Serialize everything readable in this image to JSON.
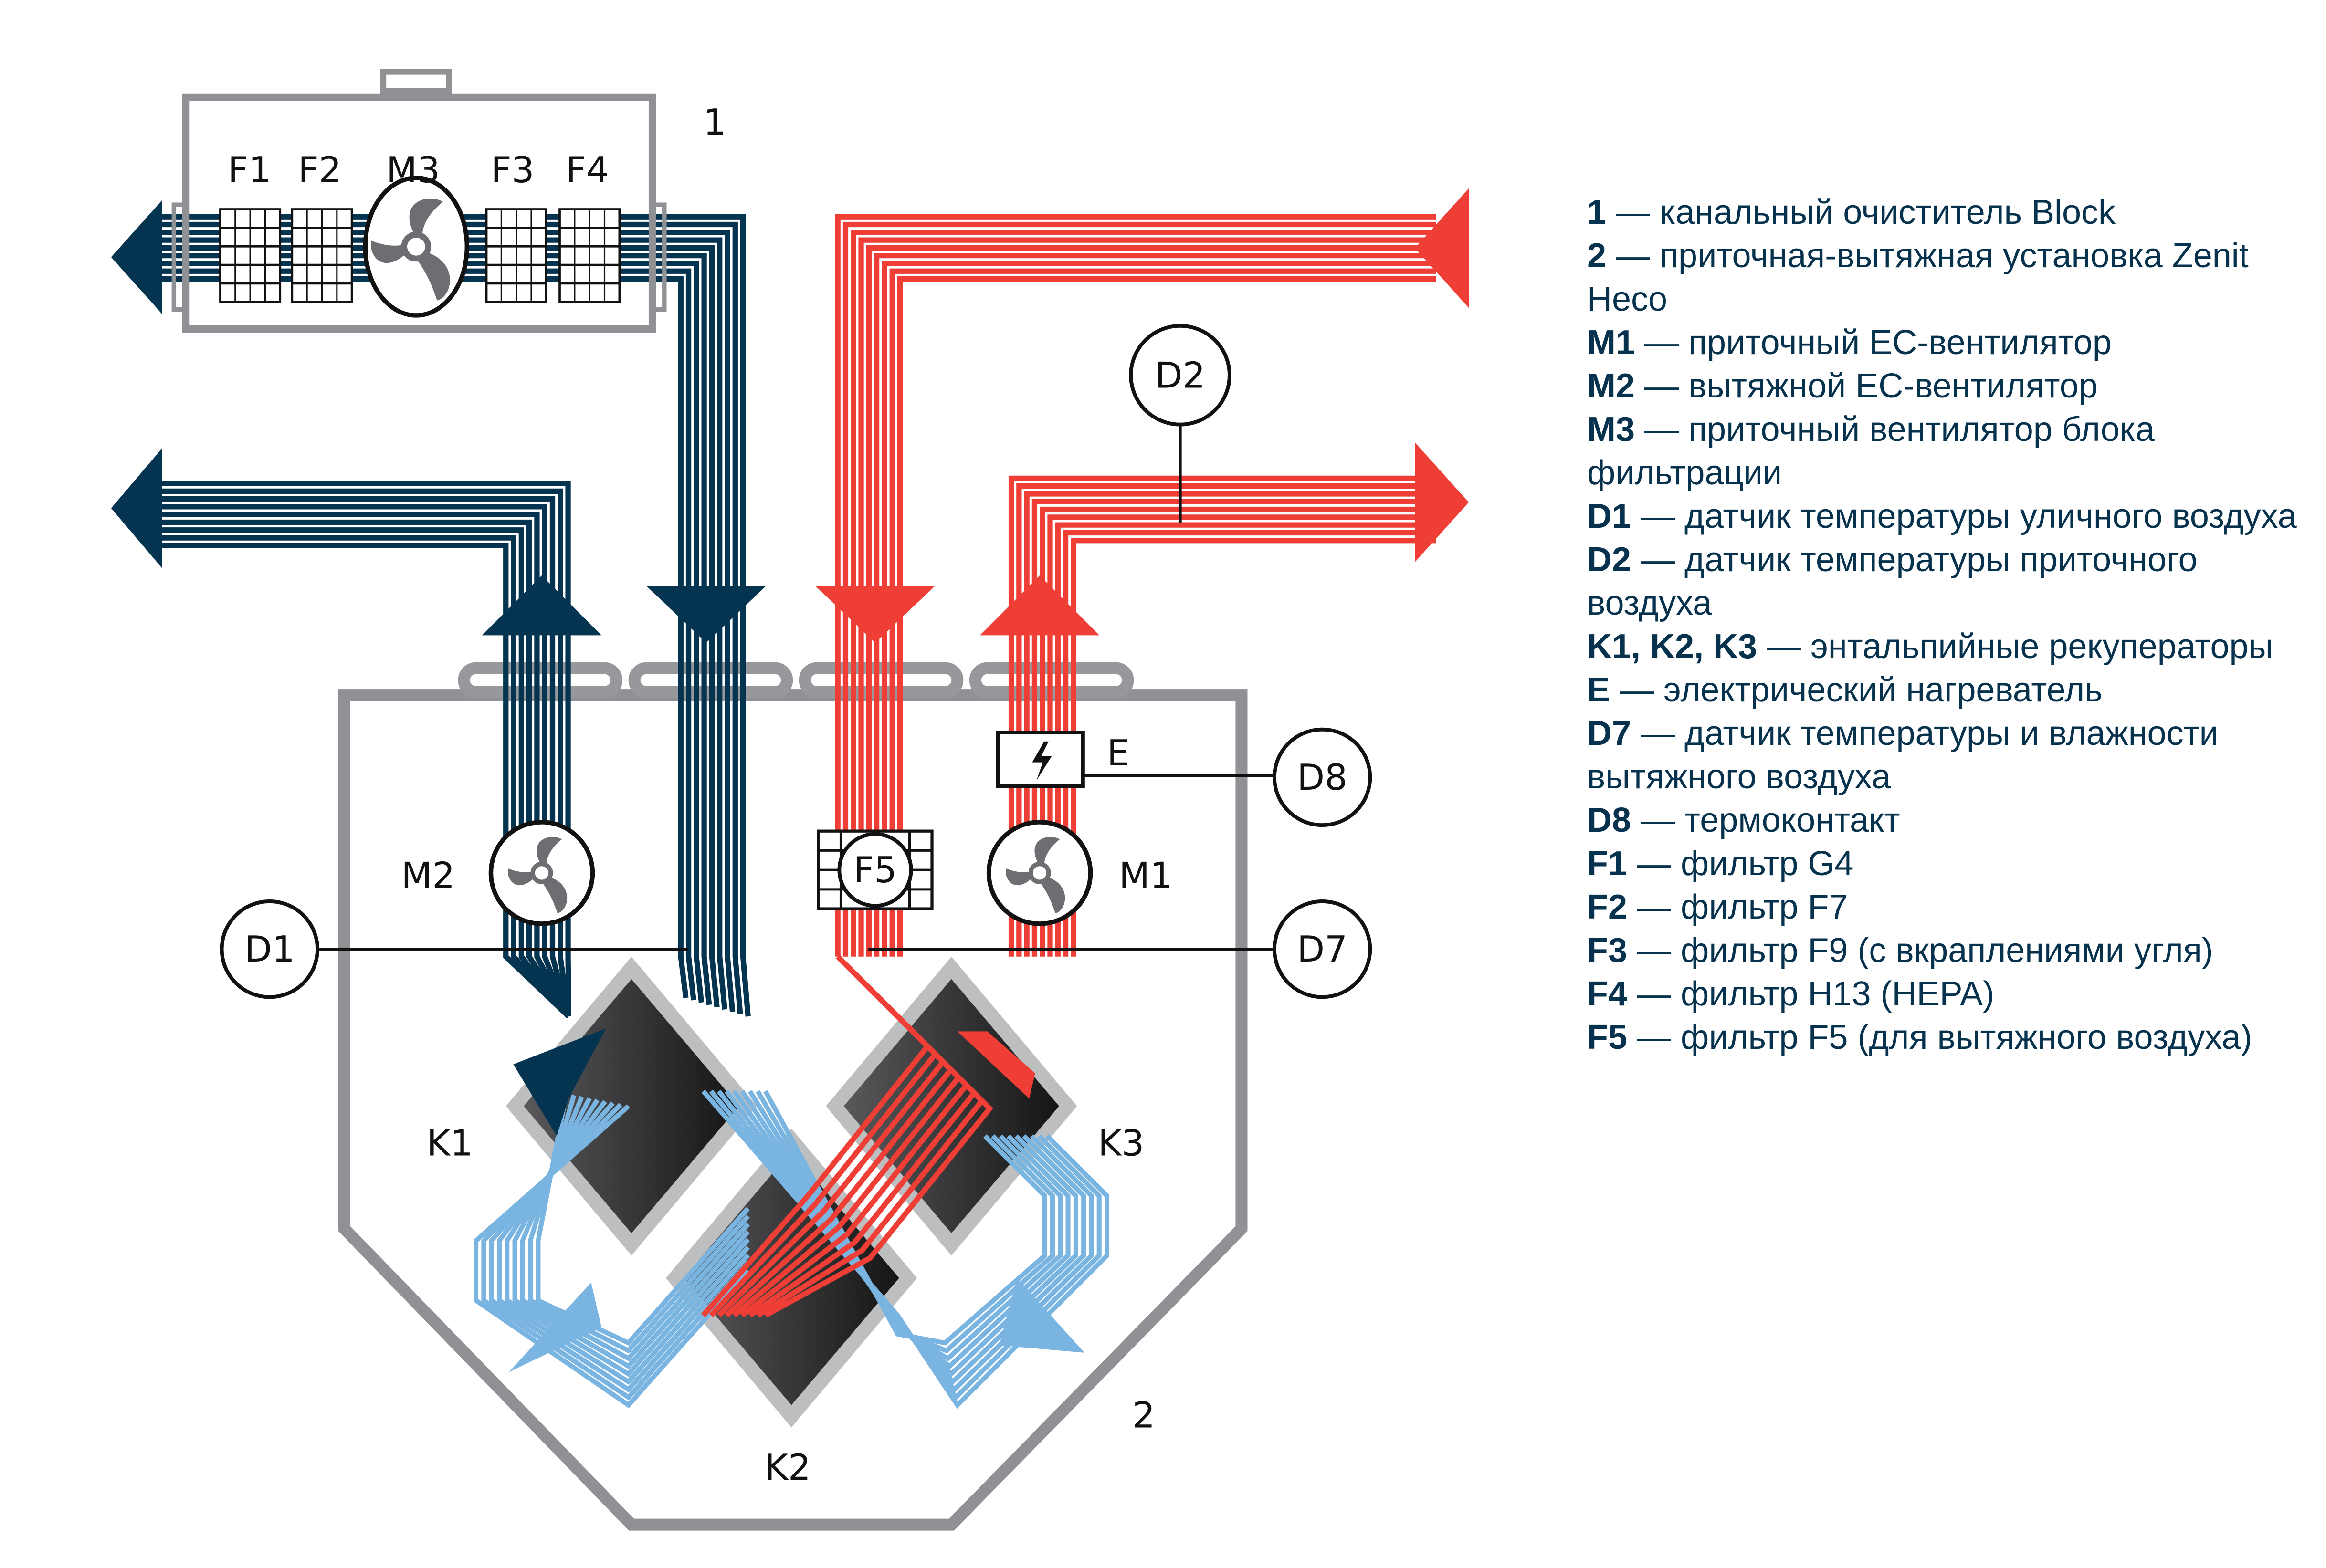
{
  "colors": {
    "exhaust_dark_blue": "#04344f",
    "outdoor_light_blue": "#7ab5e1",
    "supply_red": "#ee3e36",
    "housing_gray": "#8f9194",
    "exchanger_dark": "#3a3a3c",
    "exchanger_frame": "#bdbec0",
    "fan_gray": "#6d6e71",
    "legend_text": "#06324d"
  },
  "diagram": {
    "unit_labels": {
      "block_number": "1",
      "heco_number": "2"
    },
    "block_components": [
      "F1",
      "F2",
      "M3",
      "F3",
      "F4"
    ],
    "components": {
      "M1": "M1",
      "M2": "M2",
      "F5": "F5",
      "E": "E",
      "K1": "K1",
      "K2": "K2",
      "K3": "K3"
    },
    "sensors": {
      "D1": "D1",
      "D2": "D2",
      "D7": "D7",
      "D8": "D8"
    },
    "icons": {
      "fan": "fan-icon",
      "filter": "filter-grid-icon",
      "heater": "lightning-icon",
      "flow_arrow": "arrow-icon"
    }
  },
  "legend": [
    {
      "key": "1",
      "text": " — канальный очиститель Block"
    },
    {
      "key": "2",
      "text": " — приточная-вытяжная установка Zenit Heco"
    },
    {
      "key": "M1",
      "text": " — приточный EC-вентилятор"
    },
    {
      "key": "M2",
      "text": " — вытяжной EC-вентилятор"
    },
    {
      "key": "M3",
      "text": " — приточный вентилятор блока фильтрации"
    },
    {
      "key": "D1",
      "text": " — датчик температуры уличного воздуха"
    },
    {
      "key": "D2",
      "text": " — датчик температуры приточного воздуха"
    },
    {
      "key": "K1, K2, K3",
      "text": " — энтальпийные рекуператоры"
    },
    {
      "key": "E",
      "text": " — электрический нагреватель"
    },
    {
      "key": "D7",
      "text": " — датчик температуры и влажности вытяжного воздуха"
    },
    {
      "key": "D8",
      "text": " — термоконтакт"
    },
    {
      "key": "F1",
      "text": " — фильтр G4"
    },
    {
      "key": "F2",
      "text": " — фильтр F7"
    },
    {
      "key": "F3",
      "text": " — фильтр F9 (с вкраплениями угля)"
    },
    {
      "key": "F4",
      "text": " — фильтр H13 (HEPA)"
    },
    {
      "key": "F5",
      "text": " — фильтр F5 (для вытяжного воздуха)"
    }
  ]
}
